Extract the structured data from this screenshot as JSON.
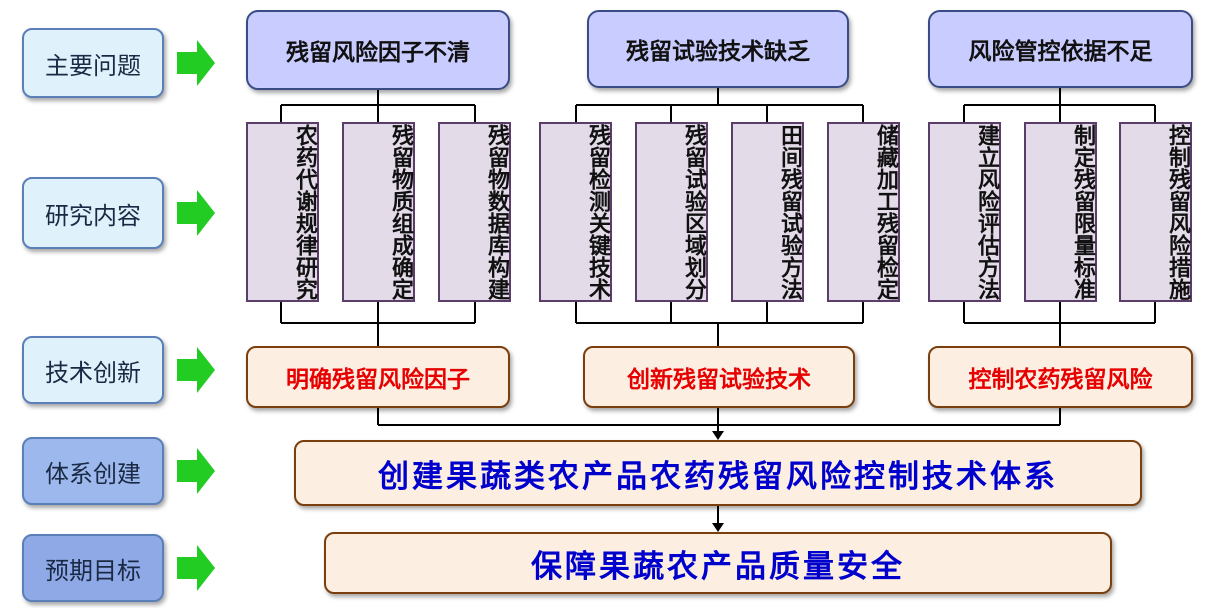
{
  "row_labels": [
    "主要问题",
    "研究内容",
    "技术创新",
    "体系创建",
    "预期目标"
  ],
  "problems": [
    "残留风险因子不清",
    "残留试验技术缺乏",
    "风险管控依据不足"
  ],
  "contents": [
    "农药代谢规律研究",
    "残留物质组成确定",
    "残留物数据库构建",
    "残留检测关键技术",
    "残留试验区域划分",
    "田间残留试验方法",
    "储藏加工残留检定",
    "建立风险评估方法",
    "制定残留限量标准",
    "控制残留风险措施"
  ],
  "innovations": [
    "明确残留风险因子",
    "创新残留试验技术",
    "控制农药残留风险"
  ],
  "system": "创建果蔬类农产品农药残留风险控制技术体系",
  "goal": "保障果蔬农产品质量安全",
  "colors": {
    "label_fills": [
      "#dff1fb",
      "#dff1fb",
      "#dff1fb",
      "#9db8ec",
      "#8fa9e6"
    ],
    "arrow": "#22cc22",
    "problem_fill": "#c9ccff",
    "content_fill": "#e4dbe9",
    "innovation_text": "#e60000",
    "system_text": "#0000cc"
  }
}
